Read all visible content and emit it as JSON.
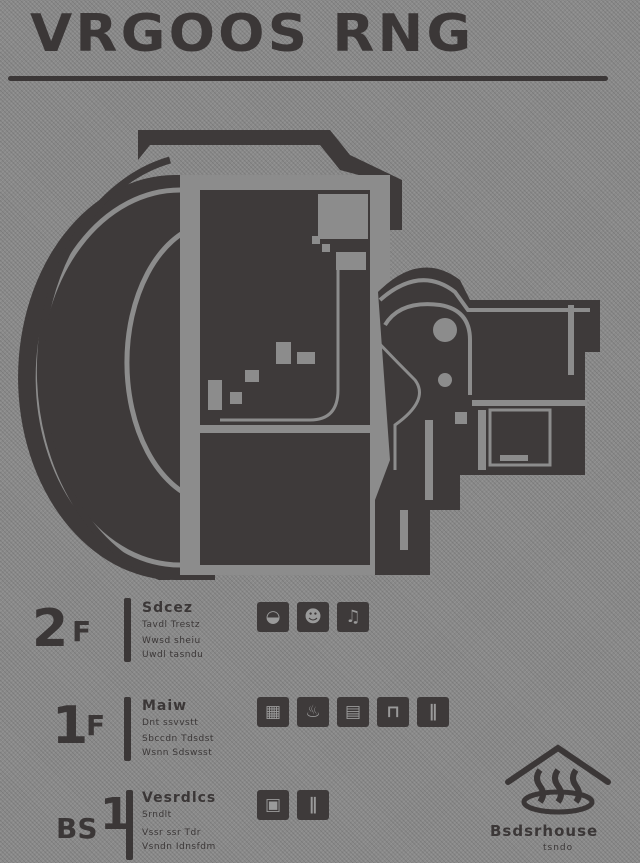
{
  "header": {
    "title": "VRGOOS RNG"
  },
  "colors": {
    "paper": "#8a8a8a",
    "ink": "#3b3737",
    "zone_fill": "#423e3e",
    "corridor": "#8c8c8c"
  },
  "map": {
    "description": "Floor plan with semicircular west hall, central rectangular block, and eastern rooms"
  },
  "floors": [
    {
      "level": "2",
      "suffix": "F",
      "name": "Sdcez",
      "lines": [
        "Tavdl Trestz",
        "Wwsd sheiu",
        "Uwdl tasndu"
      ],
      "icons": [
        "restaurant-icon",
        "massage-icon",
        "karaoke-icon"
      ],
      "icon_glyphs": [
        "◒",
        "☻",
        "♫"
      ]
    },
    {
      "level": "1",
      "suffix": "F",
      "name": "Maiw",
      "lines": [
        "Dnt ssvvstt",
        "Sbccdn Tdsdst",
        "Wsnn Sdswsst"
      ],
      "icons": [
        "locker-icon",
        "bath-icon",
        "shop-icon",
        "toilet-icon",
        "restroom-icon"
      ],
      "icon_glyphs": [
        "▦",
        "♨",
        "▤",
        "⊓",
        "∥"
      ]
    },
    {
      "level": "1",
      "prefix": "BS",
      "name": "Vesrdlcs",
      "lines": [
        "Srndlt",
        "Vssr ssr Tdr",
        "Vsndn Idnsfdm"
      ],
      "icons": [
        "sauna-icon",
        "changing-room-icon"
      ],
      "icon_glyphs": [
        "▣",
        "∥"
      ]
    }
  ],
  "logo": {
    "name": "Bsdsrhouse",
    "sub": "tsndo"
  }
}
